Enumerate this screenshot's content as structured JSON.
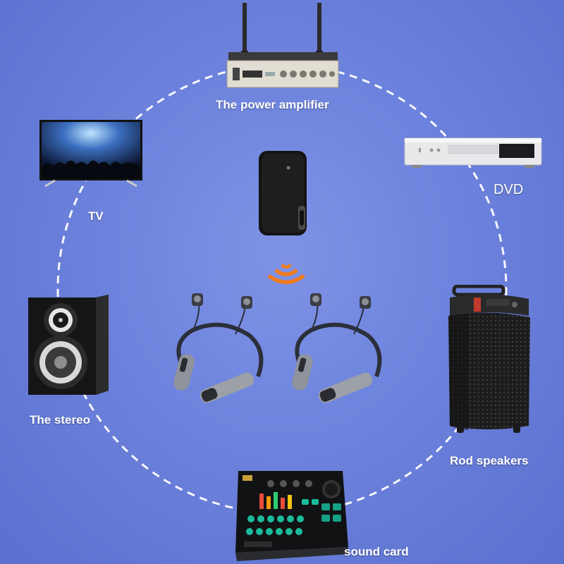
{
  "labels": {
    "power_amplifier": "The power amplifier",
    "dvd": "DVD",
    "tv": "TV",
    "stereo": "The stereo",
    "rod_speakers": "Rod speakers",
    "sound_card": "sound card"
  },
  "colors": {
    "background": "#6c82dc",
    "ring": "#ffffff",
    "signal": "#f07c1e"
  },
  "icons": [
    "amplifier-icon",
    "tv-icon",
    "dvd-player-icon",
    "bluetooth-transmitter-icon",
    "signal-waves-icon",
    "neckband-earphones-icon",
    "bookshelf-speaker-icon",
    "party-speaker-icon",
    "sound-card-icon"
  ]
}
